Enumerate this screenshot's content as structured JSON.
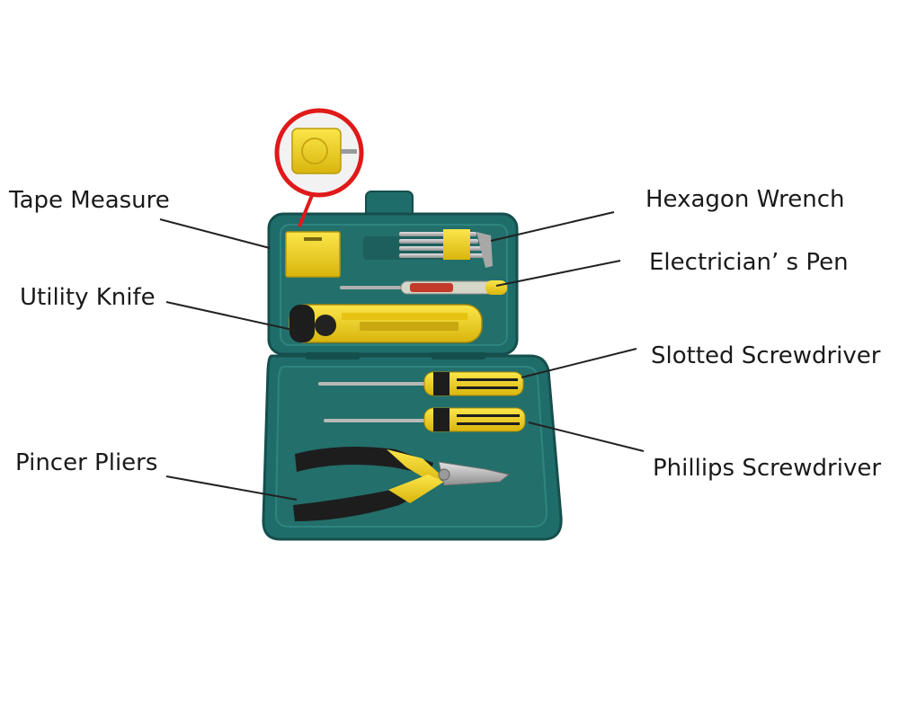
{
  "labels": {
    "tape_measure": "Tape Measure",
    "utility_knife": "Utility Knife",
    "pincer_pliers": "Pincer Pliers",
    "hexagon_wrench": "Hexagon Wrench",
    "electricians_pen": "Electrician’ s Pen",
    "slotted_screwdriver": "Slotted Screwdriver",
    "phillips_screwdriver": "Phillips Screwdriver"
  },
  "colors": {
    "case_teal": "#1f6d6a",
    "case_teal_dark": "#154f4d",
    "case_teal_light": "#2e8580",
    "tool_yellow": "#f2d21b",
    "tool_black": "#1d1d1d",
    "callout_red": "#e01919",
    "leader_line": "#222222"
  },
  "icons": {
    "case": "toolkit-case-icon",
    "magnifier": "magnifier-callout-icon"
  }
}
